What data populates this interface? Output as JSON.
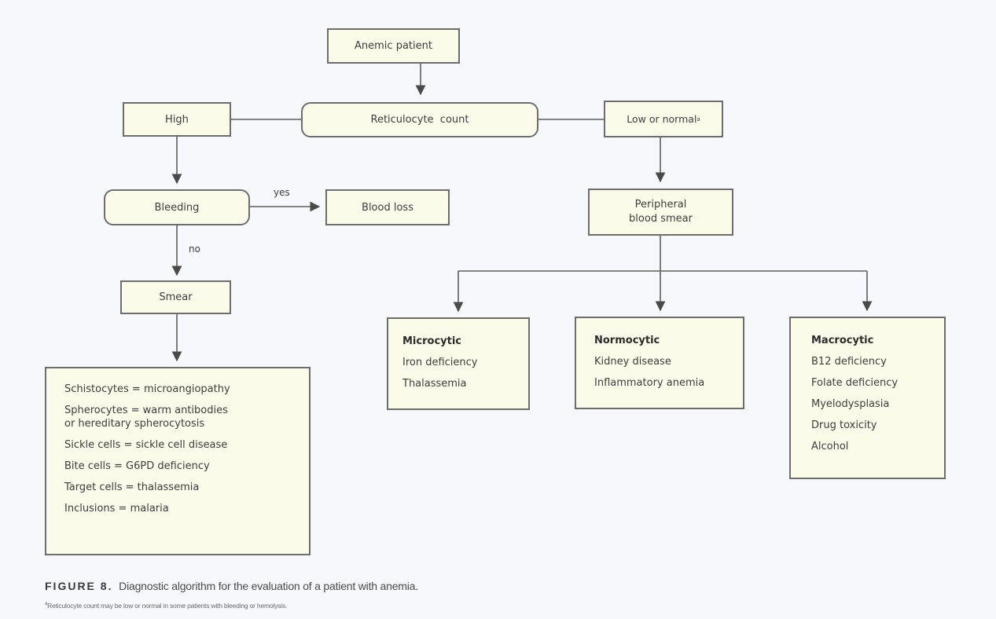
{
  "diagram": {
    "type": "flowchart",
    "colors": {
      "background": "#f6f8fb",
      "box_fill": "#fbfbe9",
      "box_border": "#6d6d6d",
      "connector": "#5a5a5a",
      "text": "#3d3d3d"
    },
    "nodes": {
      "anemic_patient": "Anemic patient",
      "reticulocyte_count": "Reticulocyte  count",
      "high": "High",
      "low_or_normal": "Low or normal",
      "low_or_normal_mark": "a",
      "bleeding": "Bleeding",
      "blood_loss": "Blood loss",
      "smear": "Smear",
      "peripheral_smear_line1": "Peripheral",
      "peripheral_smear_line2": "blood smear"
    },
    "edge_labels": {
      "yes": "yes",
      "no": "no"
    },
    "smear_findings": [
      "Schistocytes = microangiopathy",
      "Spherocytes = warm antibodies",
      "or hereditary spherocytosis",
      "Sickle cells = sickle cell disease",
      "Bite cells = G6PD deficiency",
      "Target cells = thalassemia",
      "Inclusions = malaria"
    ],
    "microcytic": {
      "title": "Microcytic",
      "items": [
        "Iron deficiency",
        "Thalassemia"
      ]
    },
    "normocytic": {
      "title": "Normocytic",
      "items": [
        "Kidney disease",
        "Inflammatory anemia"
      ]
    },
    "macrocytic": {
      "title": "Macrocytic",
      "items": [
        "B12 deficiency",
        "Folate deficiency",
        "Myelodysplasia",
        "Drug toxicity",
        "Alcohol"
      ]
    },
    "edges": [
      {
        "from": "anemic_patient",
        "to": "reticulocyte_count"
      },
      {
        "from": "reticulocyte_count",
        "to": "high",
        "arrow": false
      },
      {
        "from": "reticulocyte_count",
        "to": "low_or_normal",
        "arrow": false
      },
      {
        "from": "high",
        "to": "bleeding"
      },
      {
        "from": "bleeding",
        "to": "blood_loss",
        "label": "yes"
      },
      {
        "from": "bleeding",
        "to": "smear",
        "label": "no"
      },
      {
        "from": "smear",
        "to": "smear_findings"
      },
      {
        "from": "low_or_normal",
        "to": "peripheral_smear"
      },
      {
        "from": "peripheral_smear",
        "to": "microcytic"
      },
      {
        "from": "peripheral_smear",
        "to": "normocytic"
      },
      {
        "from": "peripheral_smear",
        "to": "macrocytic"
      }
    ]
  },
  "caption": {
    "label": "FIGURE 8.",
    "text": "Diagnostic algorithm for the evaluation of a patient with anemia."
  },
  "footnote": {
    "mark": "a",
    "text": "Reticulocyte count may be low or normal in some patients with bleeding or hemolysis."
  }
}
